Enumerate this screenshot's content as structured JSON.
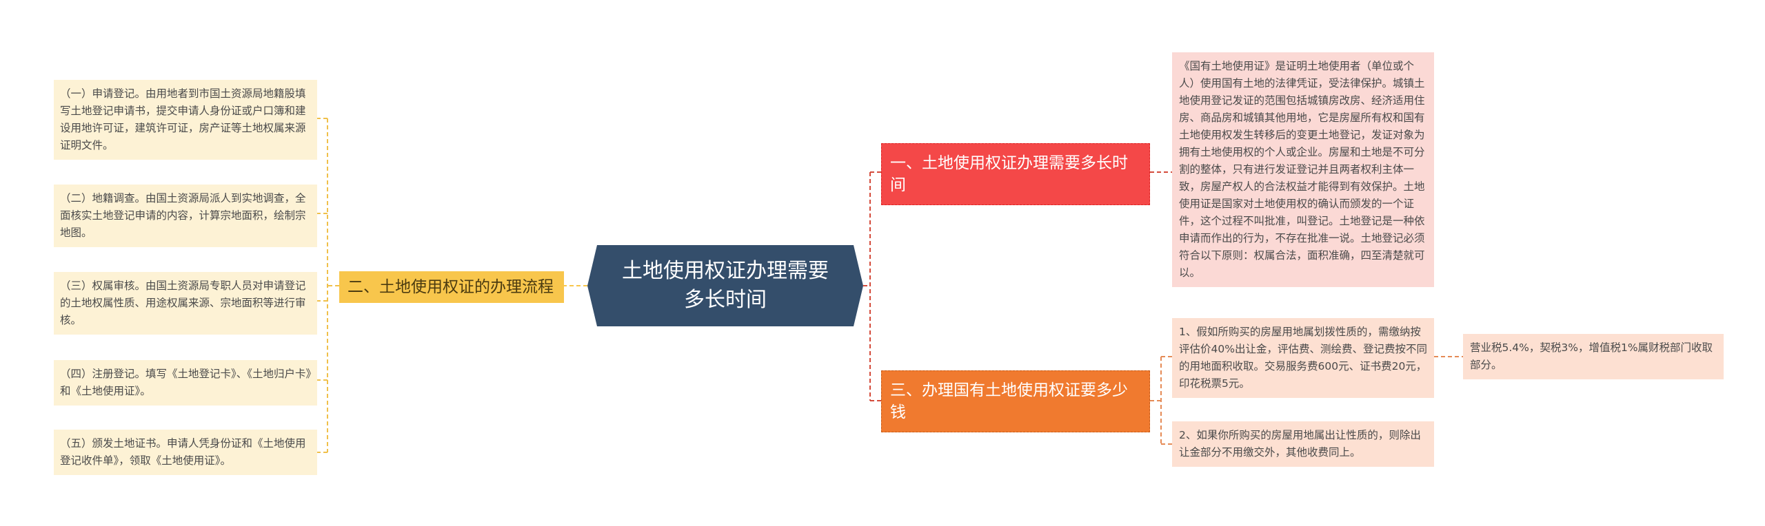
{
  "central": {
    "title": "土地使用权证办理需要多长时间",
    "color": "#344e6b"
  },
  "left_branch": {
    "label": "二、土地使用权证的办理流程",
    "color": "#f8c64c",
    "items": [
      "（一）申请登记。由用地者到市国土资源局地籍股填写土地登记申请书，提交申请人身份证或户口簿和建设用地许可证，建筑许可证，房产证等土地权属来源证明文件。",
      "（二）地籍调查。由国土资源局派人到实地调查，全面核实土地登记申请的内容，计算宗地面积，绘制宗地图。",
      "（三）权属审核。由国土资源局专职人员对申请登记的土地权属性质、用途权属来源、宗地面积等进行审核。",
      "（四）注册登记。填写《土地登记卡》、《土地归户卡》和《土地使用证》。",
      "（五）颁发土地证书。申请人凭身份证和《土地使用登记收件单》，领取《土地使用证》。"
    ]
  },
  "right_branch_1": {
    "label": "一、土地使用权证办理需要多长时间",
    "color": "#f44848",
    "detail": "《国有土地使用证》是证明土地使用者（单位或个人）使用国有土地的法律凭证，受法律保护。城镇土地使用登记发证的范围包括城镇房改房、经济适用住房、商品房和城镇其他用地，它是房屋所有权和国有土地使用权发生转移后的变更土地登记，发证对象为拥有土地使用权的个人或企业。房屋和土地是不可分割的整体，只有进行发证登记并且两者权利主体一致，房屋产权人的合法权益才能得到有效保护。土地使用证是国家对土地使用权的确认而颁发的一个证件，这个过程不叫批准，叫登记。土地登记是一种依申请而作出的行为，不存在批准一说。土地登记必须符合以下原则：权属合法，面积准确，四至清楚就可以。"
  },
  "right_branch_3": {
    "label": "三、办理国有土地使用权证要多少钱",
    "color": "#f07a2f",
    "items": [
      {
        "text": "1、假如所购买的房屋用地属划拨性质的，需缴纳按评估价40%出让金，评估费、测绘费、登记费按不同的用地面积收取。交易服务费600元、证书费20元，印花税票5元。",
        "child": "营业税5.4%，契税3%，增值税1%属财税部门收取部分。"
      },
      {
        "text": "2、如果你所购买的房屋用地属出让性质的，则除出让金部分不用缴交外，其他收费同上。",
        "child": null
      }
    ]
  }
}
